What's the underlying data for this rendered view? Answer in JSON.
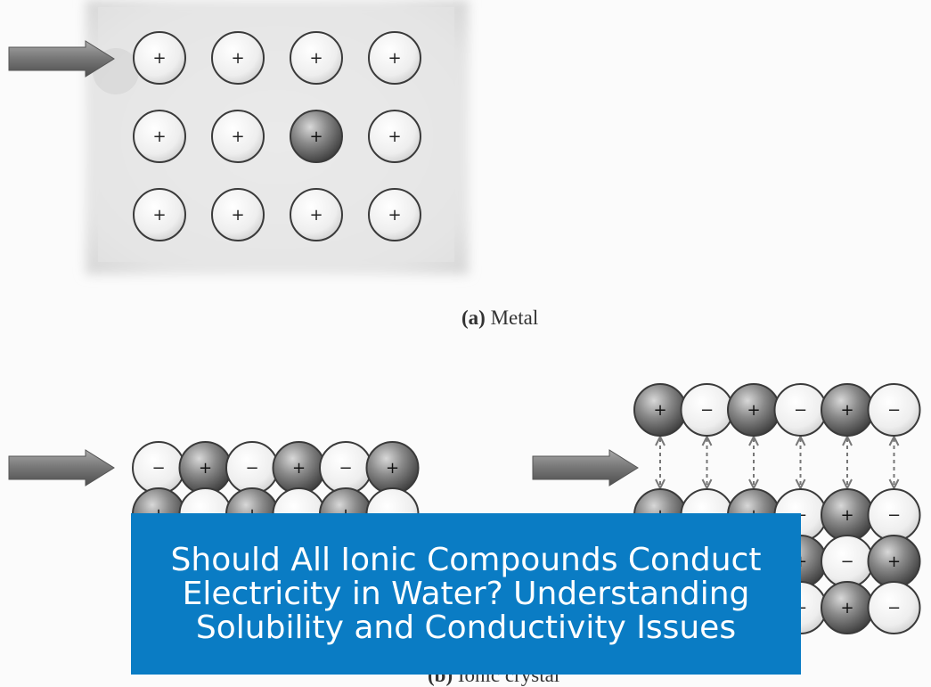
{
  "diagram": {
    "caption_a": {
      "letter": "(a)",
      "text": "Metal"
    },
    "caption_b": {
      "letter": "(b)",
      "text": "Ionic crystal"
    },
    "metal": {
      "grid": [
        [
          "+",
          "+",
          "+",
          "+"
        ],
        [
          "+",
          "+",
          "+",
          "+"
        ],
        [
          "+",
          "+",
          "+",
          "+"
        ]
      ],
      "displaced_ion": [
        1,
        2
      ]
    },
    "ionic_left": {
      "rows": [
        [
          "-",
          "+",
          "-",
          "+",
          "-",
          "+"
        ],
        [
          "+",
          "-",
          "+",
          "-",
          "+",
          "-"
        ]
      ]
    },
    "ionic_right": {
      "top_row": [
        "+",
        "-",
        "+",
        "-",
        "+",
        "-"
      ],
      "rows": [
        [
          "+",
          "-",
          "+",
          "-",
          "+",
          "-"
        ],
        [
          "-",
          "+",
          "-",
          "+",
          "-",
          "+"
        ],
        [
          "+",
          "-",
          "+",
          "-",
          "+",
          "-"
        ]
      ]
    }
  },
  "banner": {
    "title": "Should All Ionic Compounds Conduct Electricity in Water? Understanding Solubility and Conductivity Issues"
  },
  "colors": {
    "banner_bg": "#0a7cc4",
    "ion_light": "#f2f2f2",
    "ion_dark": "#555555",
    "arrow": "#6a6a6a"
  }
}
